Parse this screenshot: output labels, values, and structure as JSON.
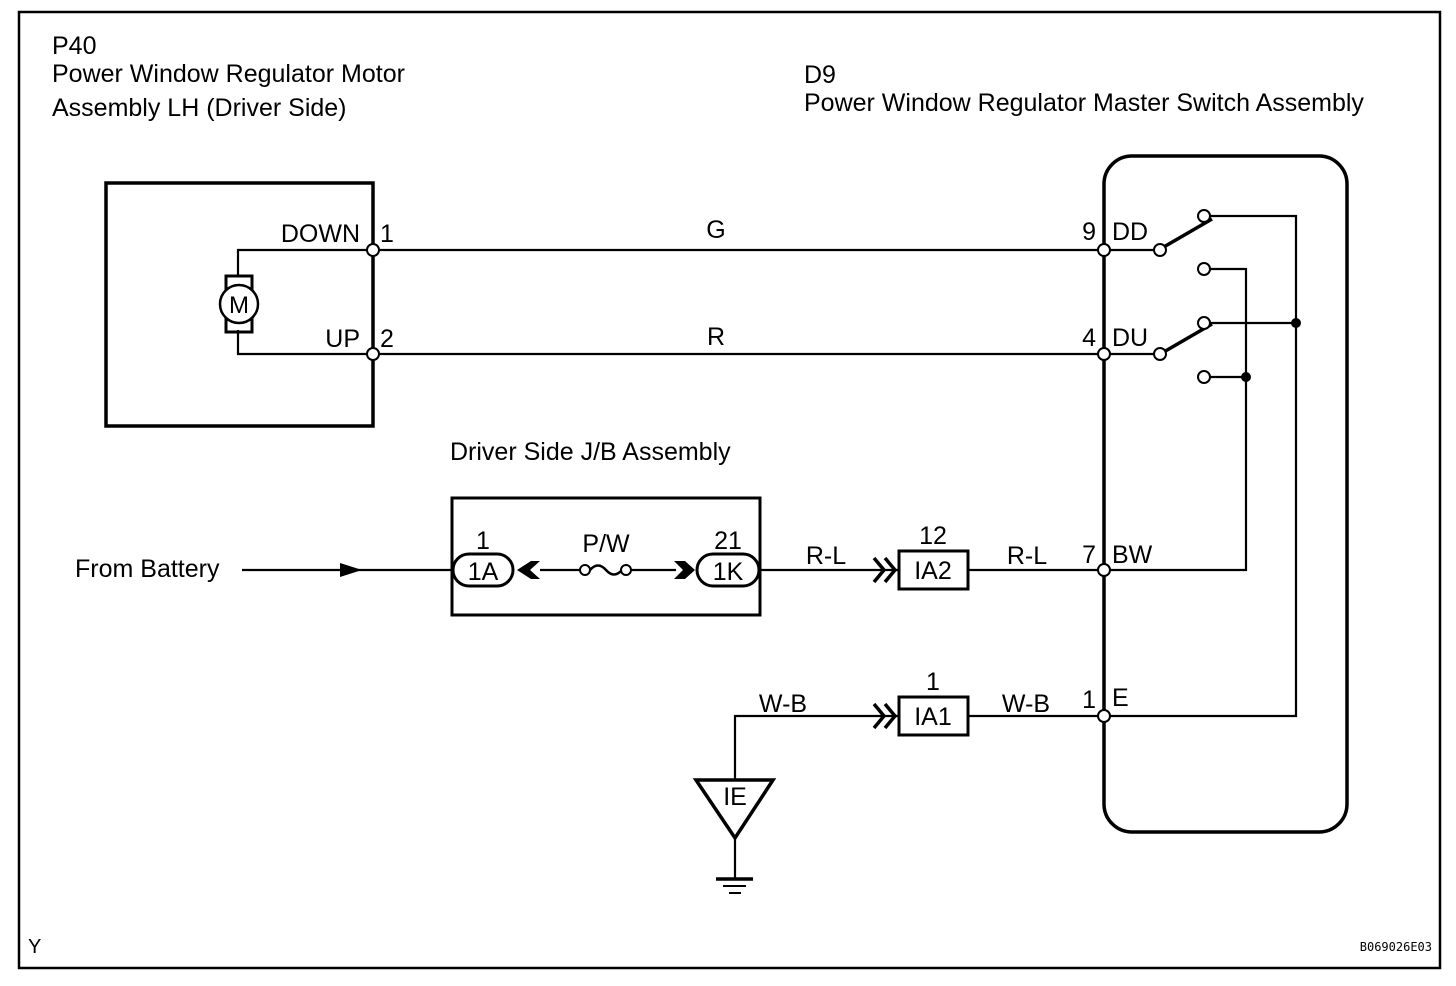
{
  "diagram": {
    "type": "wiring-diagram",
    "figure_code": "B069026E03",
    "corner_mark": "Y",
    "colors": {
      "line": "#000000",
      "background": "#ffffff"
    },
    "components": {
      "motor": {
        "code": "P40",
        "name_line1": "Power Window Regulator Motor",
        "name_line2": "Assembly LH (Driver Side)",
        "symbol": "M",
        "pins": [
          {
            "number": "1",
            "name": "DOWN"
          },
          {
            "number": "2",
            "name": "UP"
          }
        ]
      },
      "master_switch": {
        "code": "D9",
        "name": "Power Window Regulator Master Switch Assembly",
        "pins": [
          {
            "number": "9",
            "name": "DD"
          },
          {
            "number": "4",
            "name": "DU"
          },
          {
            "number": "7",
            "name": "BW"
          },
          {
            "number": "1",
            "name": "E"
          }
        ]
      },
      "junction_block": {
        "name": "Driver Side J/B Assembly",
        "fuse": "P/W",
        "connector_in": {
          "label": "1A",
          "pin": "1"
        },
        "connector_out": {
          "label": "1K",
          "pin": "21"
        }
      },
      "connector_ia2": {
        "label": "IA2",
        "pin": "12"
      },
      "connector_ia1": {
        "label": "IA1",
        "pin": "1"
      },
      "ground": {
        "label": "IE"
      }
    },
    "source": {
      "label": "From Battery"
    },
    "wires": {
      "down": "G",
      "up": "R",
      "jb_to_ia2": "R-L",
      "ia2_to_bw": "R-L",
      "ground_to_ia1": "W-B",
      "ia1_to_e": "W-B"
    }
  }
}
